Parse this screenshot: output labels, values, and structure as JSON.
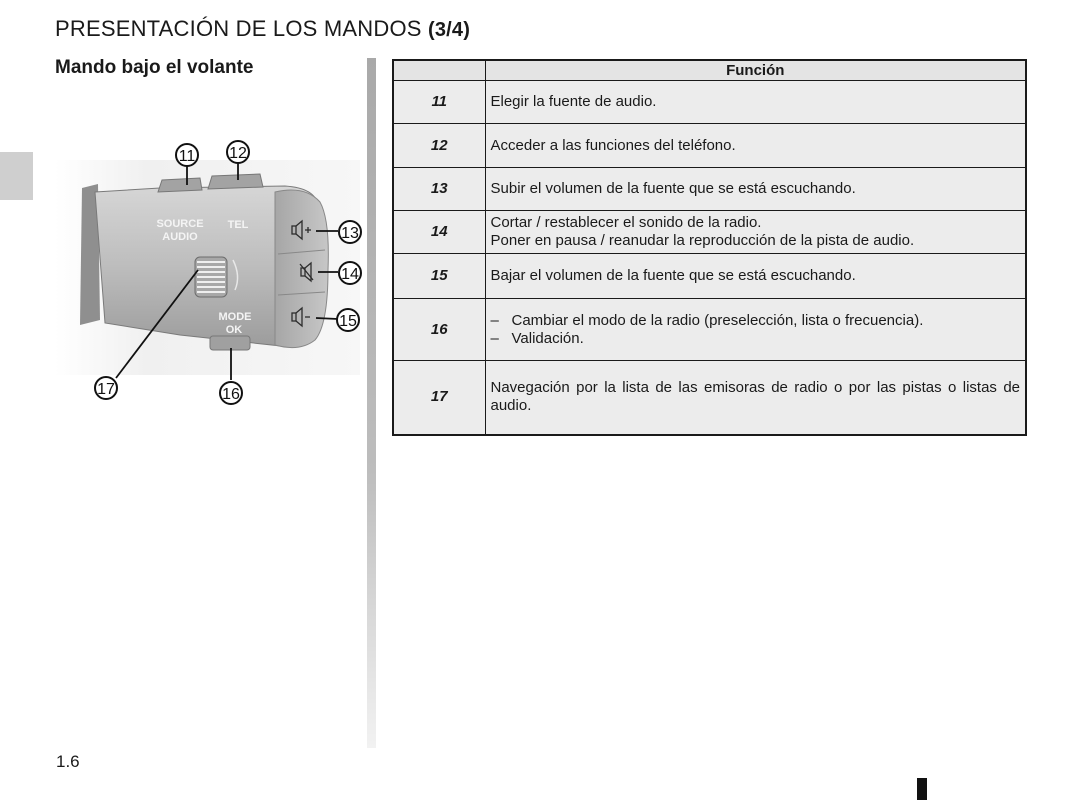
{
  "page": {
    "title": "PRESENTACIÓN DE LOS MANDOS",
    "title_part": "(3/4)",
    "section_title": "Mando bajo el volante",
    "page_number": "1.6"
  },
  "diagram": {
    "button_labels": {
      "source": "SOURCE",
      "audio": "AUDIO",
      "tel": "TEL",
      "mode": "MODE",
      "ok": "OK"
    },
    "callouts": [
      "11",
      "12",
      "13",
      "14",
      "15",
      "16",
      "17"
    ],
    "icons": [
      "volume-up-icon",
      "mute-icon",
      "volume-down-icon",
      "scroll-wheel"
    ]
  },
  "table": {
    "header": {
      "number": "",
      "function": "Función"
    },
    "rows": [
      {
        "num": "11",
        "lines": [
          "Elegir la fuente de audio."
        ]
      },
      {
        "num": "12",
        "lines": [
          "Acceder a las funciones del teléfono."
        ]
      },
      {
        "num": "13",
        "lines": [
          "Subir el volumen de la fuente que se está escuchando."
        ]
      },
      {
        "num": "14",
        "lines": [
          "Cortar / restablecer el sonido de la radio.",
          "Poner en pausa / reanudar la reproducción de la pista de audio."
        ]
      },
      {
        "num": "15",
        "lines": [
          "Bajar el volumen de la fuente que se está escuchando."
        ]
      },
      {
        "num": "16",
        "bullets": [
          "Cambiar el modo de la radio (preselección, lista o frecuencia).",
          "Validación."
        ],
        "dash": "–"
      },
      {
        "num": "17",
        "lines": [
          "Navegación por la lista de las emisoras de radio o por las pistas o listas de audio."
        ]
      }
    ]
  },
  "colors": {
    "table_row_bg": "#ececec",
    "chapter_tab": "#cfcfcf",
    "divider": "#a9a9a9"
  }
}
